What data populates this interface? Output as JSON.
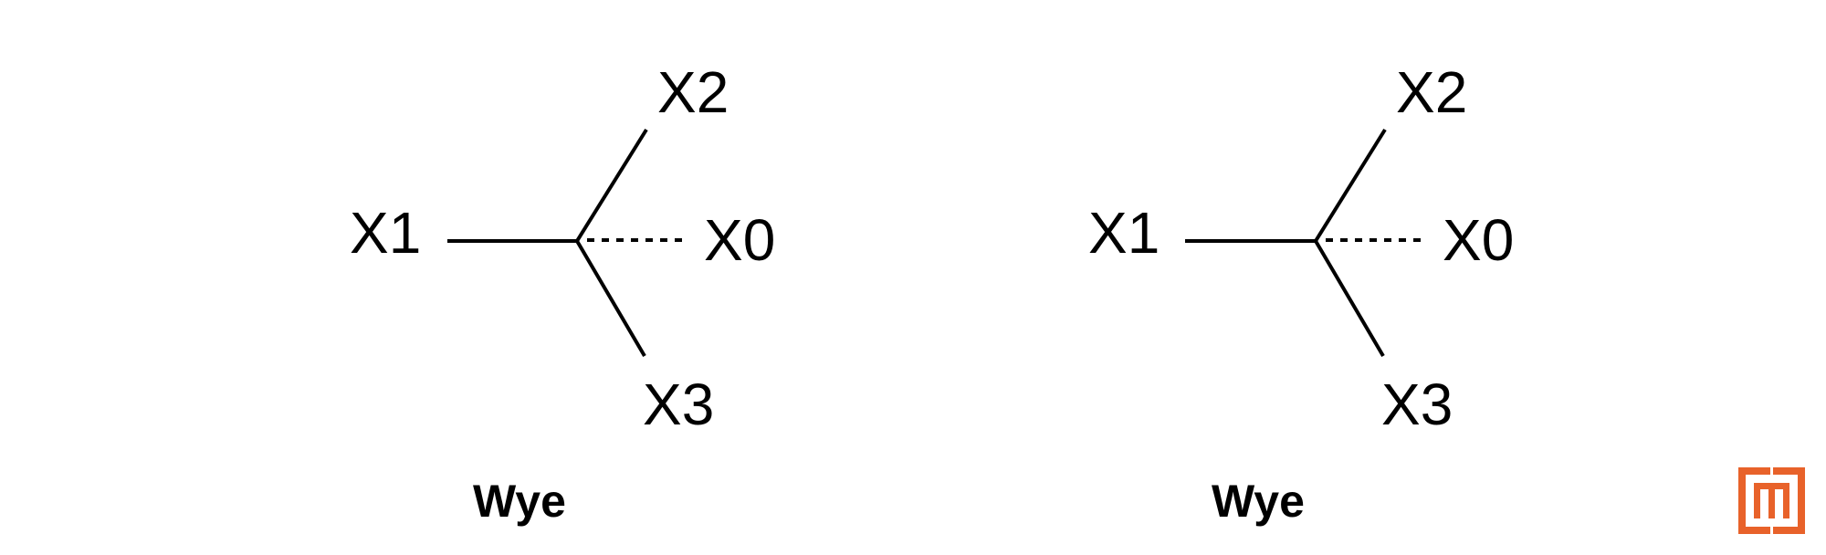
{
  "diagrams": [
    {
      "caption": "Wye",
      "labels": {
        "x1": "X1",
        "x2": "X2",
        "x0": "X0",
        "x3": "X3"
      }
    },
    {
      "caption": "Wye",
      "labels": {
        "x1": "X1",
        "x2": "X2",
        "x0": "X0",
        "x3": "X3"
      }
    }
  ],
  "logo": {
    "icon": "mathworks-m-icon",
    "color": "#E8622A"
  },
  "colors": {
    "line": "#000000",
    "text": "#000000"
  }
}
